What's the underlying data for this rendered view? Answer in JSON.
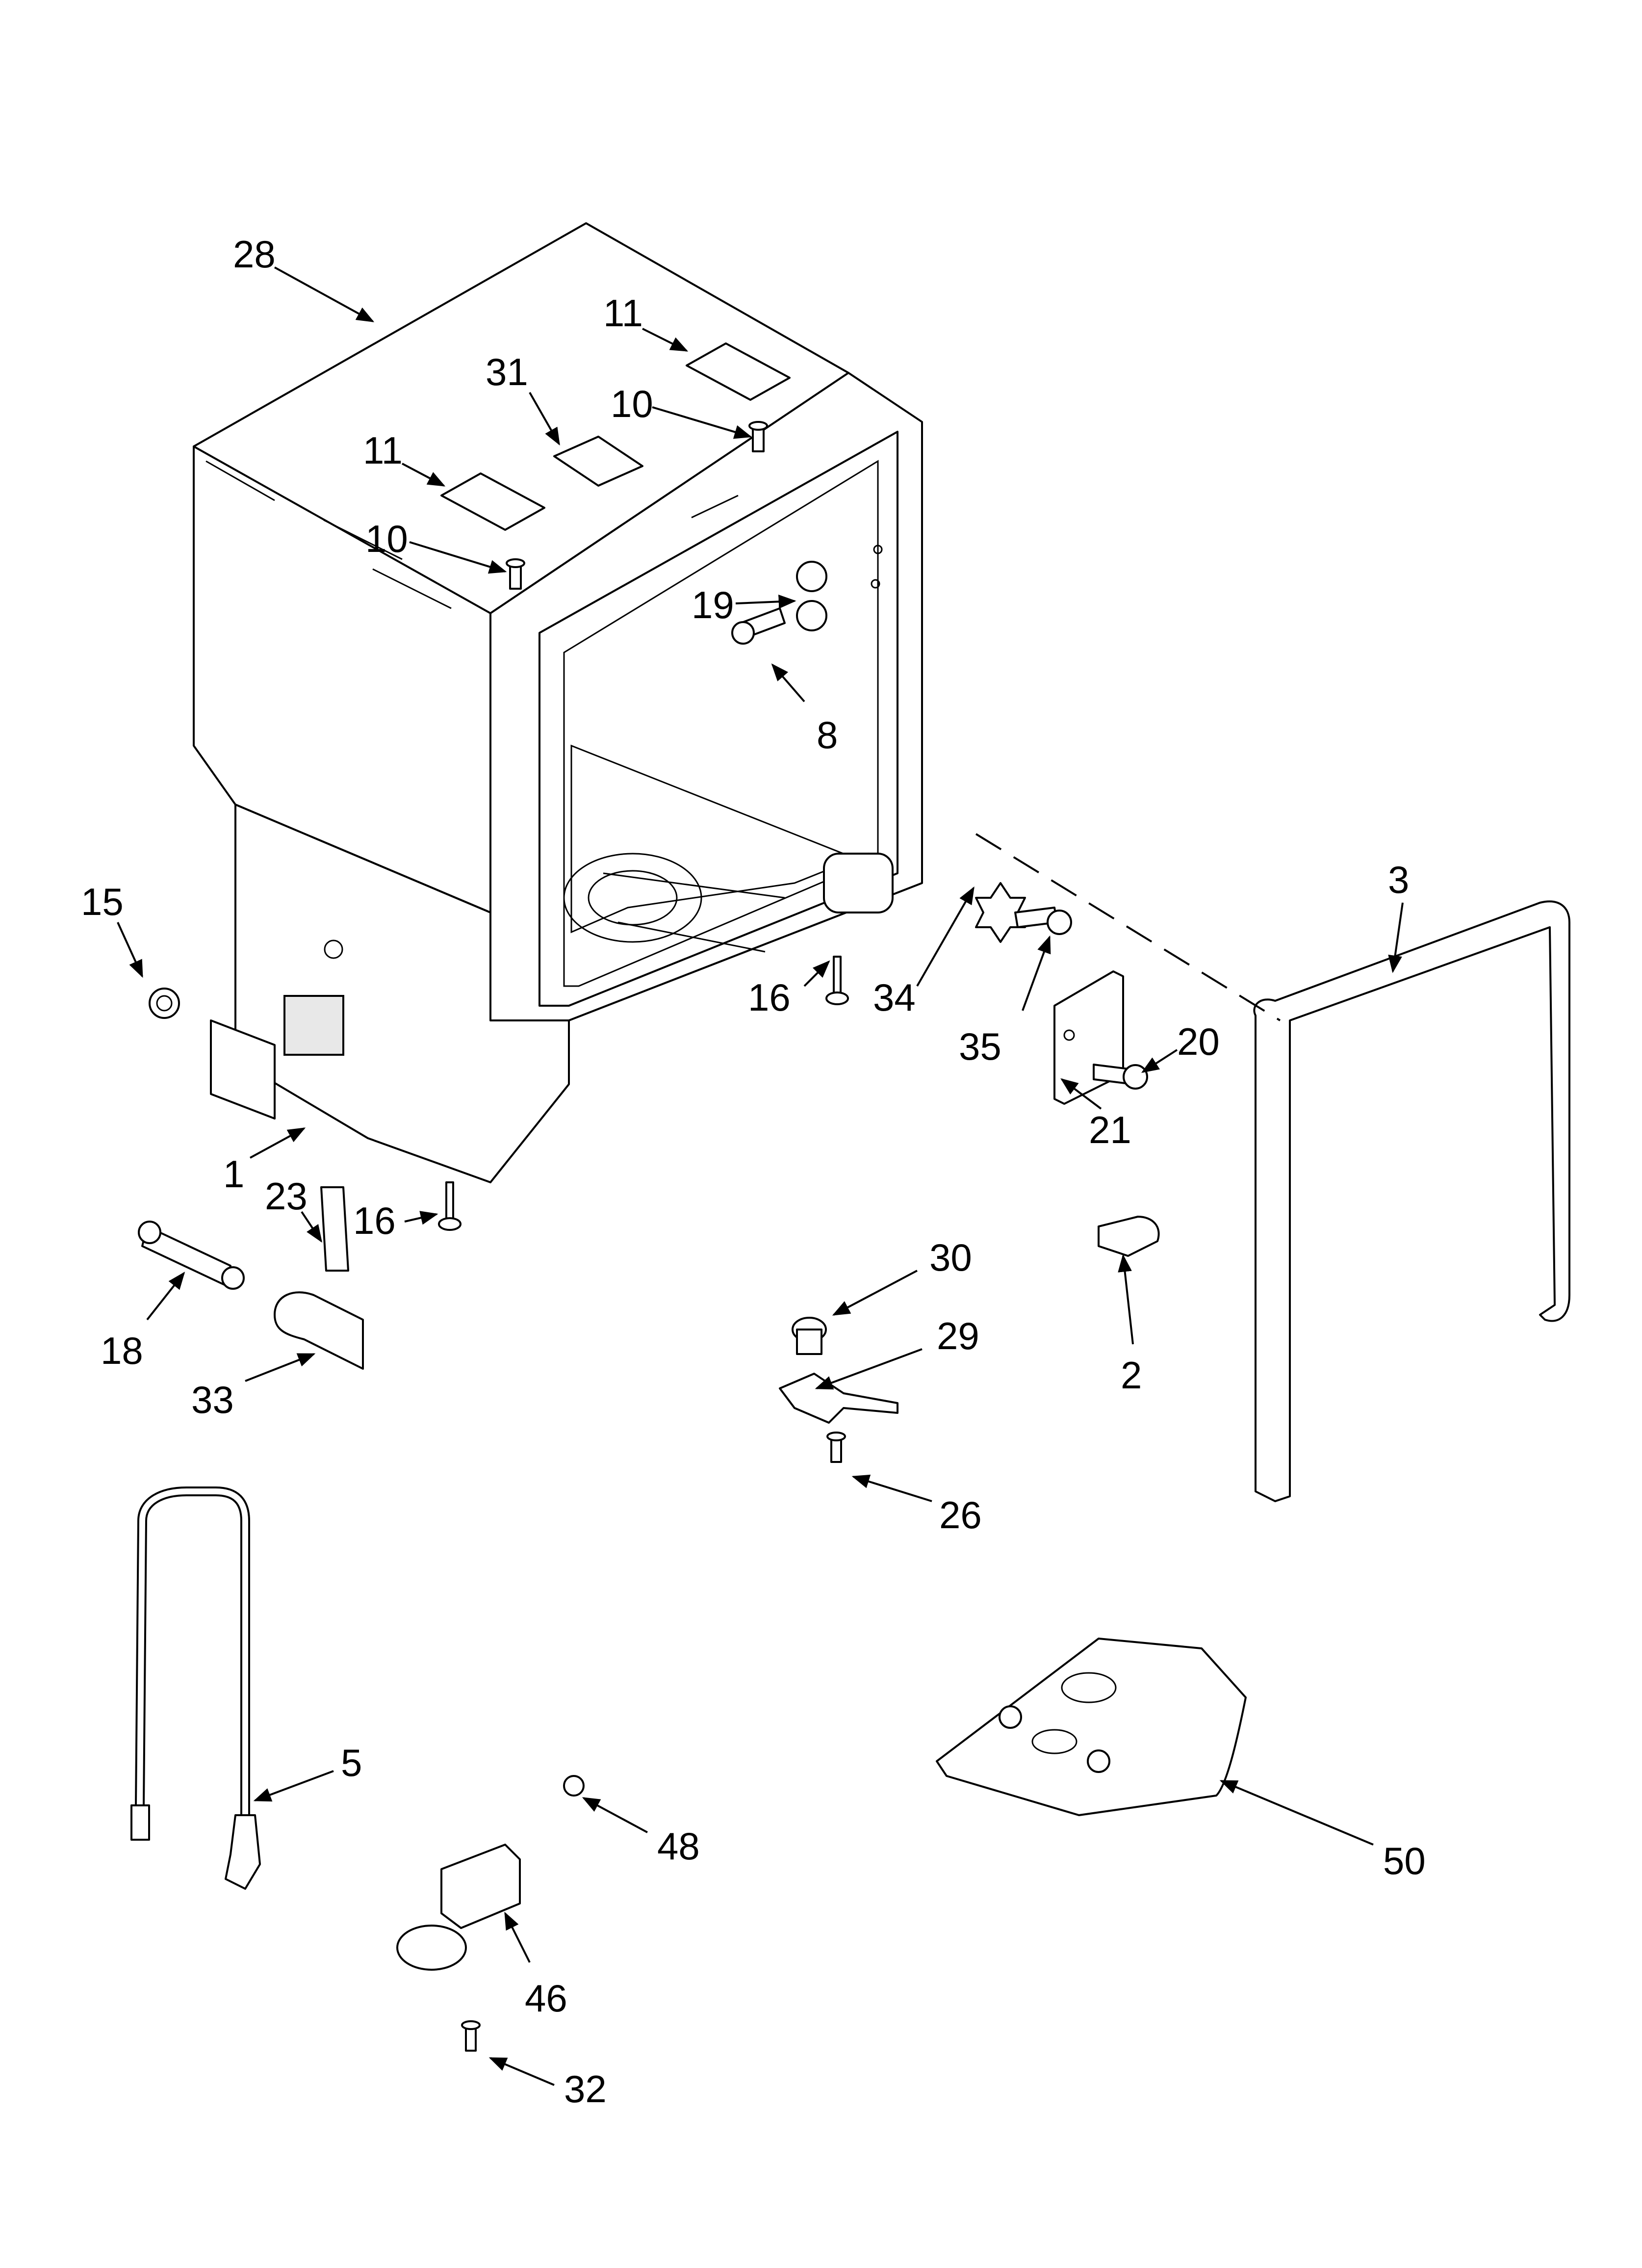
{
  "diagram": {
    "callouts": {
      "c28": "28",
      "c11a": "11",
      "c31": "31",
      "c10a": "10",
      "c11b": "11",
      "c10b": "10",
      "c19": "19",
      "c8": "8",
      "c3": "3",
      "c15": "15",
      "c16a": "16",
      "c34": "34",
      "c20": "20",
      "c35": "35",
      "c21": "21",
      "c1": "1",
      "c23": "23",
      "c16b": "16",
      "c30": "30",
      "c29": "29",
      "c2": "2",
      "c18": "18",
      "c33": "33",
      "c26": "26",
      "c5": "5",
      "c48": "48",
      "c50": "50",
      "c46": "46",
      "c32": "32"
    }
  }
}
